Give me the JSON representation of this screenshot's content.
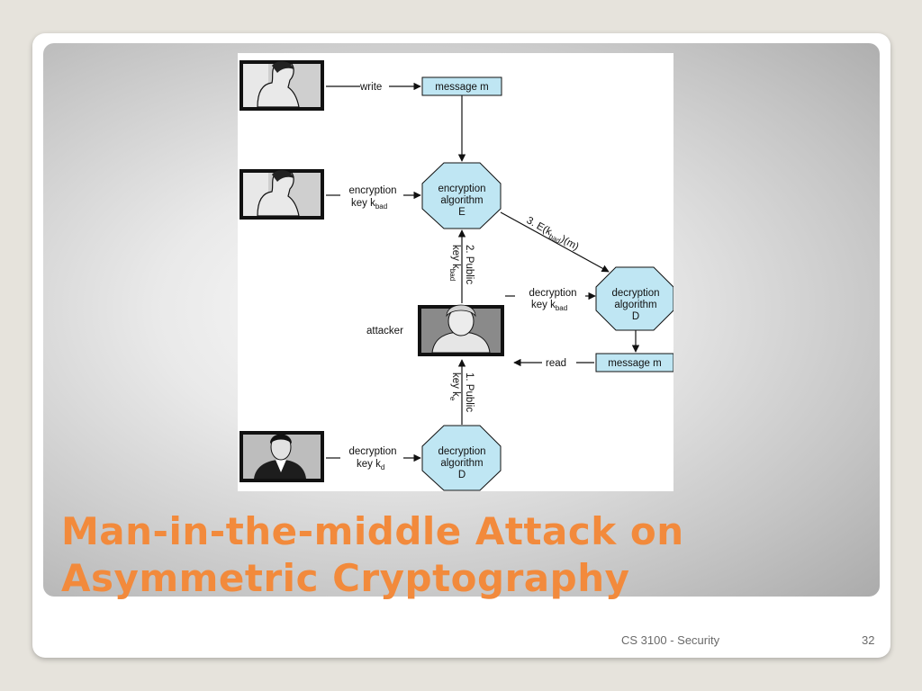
{
  "slide": {
    "title_line1": "Man-in-the-middle Attack on",
    "title_line2": "Asymmetric Cryptography",
    "footer_course": "CS 3100 - Security",
    "page_number": "32"
  },
  "diagram": {
    "write": "write",
    "message_top": "message m",
    "enc_key_line1": "encryption",
    "enc_key_line2": "key k",
    "sub_bad": "bad",
    "enc_algo_line1": "encryption",
    "enc_algo_line2": "algorithm",
    "enc_algo_line3": "E",
    "arrow3_main": "3. E(k",
    "arrow3_tail": ")(m)",
    "pub2_line1": "2. Public",
    "pub2_line2": "key k",
    "dec_key_mid_line1": "decryption",
    "dec_key_mid_line2": "key k",
    "attacker": "attacker",
    "dec_algo_line1": "decryption",
    "dec_algo_line2": "algorithm",
    "dec_algo_line3": "D",
    "read": "read",
    "message_right": "message m",
    "pub1_line1": "1. Public",
    "pub1_line2": "key k",
    "sub_e": "e",
    "dec_key_bot_line1": "decryption",
    "dec_key_bot_line2": "key k",
    "sub_d": "d"
  },
  "colors": {
    "title": "#f28a3c",
    "box_fill": "#bfe6f3",
    "octagon_fill": "#bfe6f3"
  }
}
